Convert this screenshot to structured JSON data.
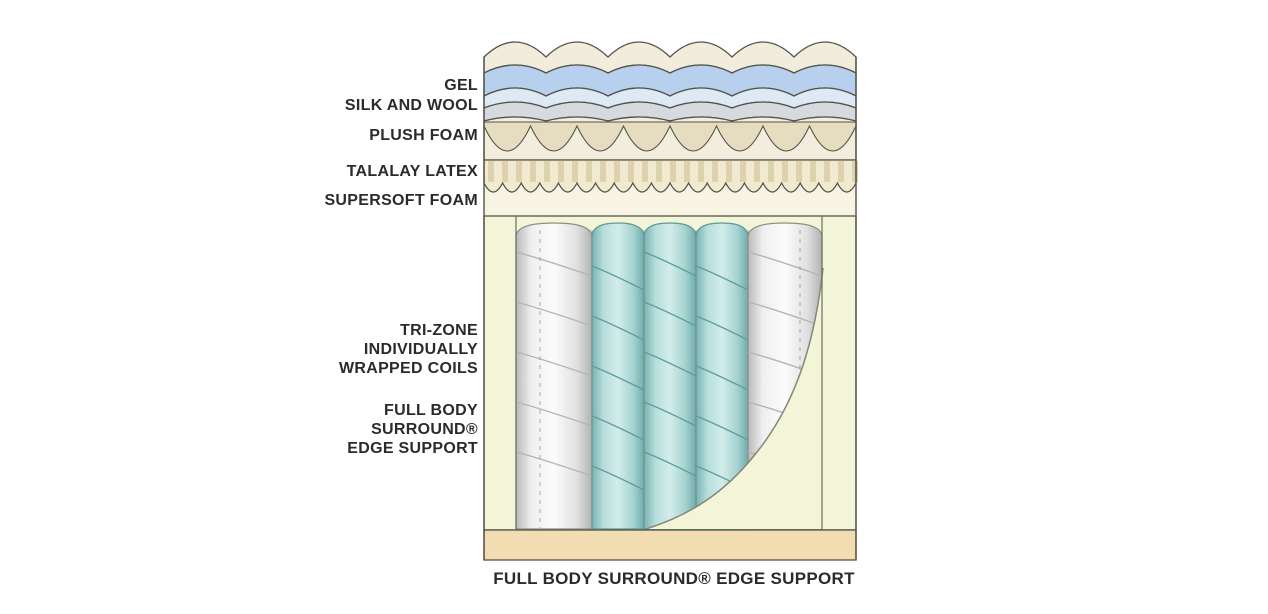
{
  "labels": {
    "gel": "GEL",
    "silk_and_wool": "SILK AND WOOL",
    "plush_foam": "PLUSH FOAM",
    "talalay_latex": "TALALAY LATEX",
    "supersoft_foam": "SUPERSOFT FOAM",
    "coils": [
      "TRI-ZONE",
      "INDIVIDUALLY",
      "WRAPPED COILS"
    ],
    "edge_support": [
      "FULL BODY",
      "SURROUND®",
      "EDGE SUPPORT"
    ],
    "caption": "FULL BODY SURROUND® EDGE SUPPORT"
  },
  "colors": {
    "outline": "#54534a",
    "label_text": "#2b2b28",
    "cover_cream": "#f1ecdb",
    "gel_blue": "#b6d0ed",
    "pale_blue": "#dde9f4",
    "silk_gray": "#d6dade",
    "foam_cream": "#f2eddc",
    "foam_teeth": "#e6ddc1",
    "latex_cream": "#f0ead0",
    "latex_stripe": "#ddd2ab",
    "supersoft_cream": "#f7f4e3",
    "edge_cream": "#f3f5d8",
    "coil_white": "#ececec",
    "coil_teal": "#9fcecc",
    "base_tan": "#f2ddb2"
  }
}
